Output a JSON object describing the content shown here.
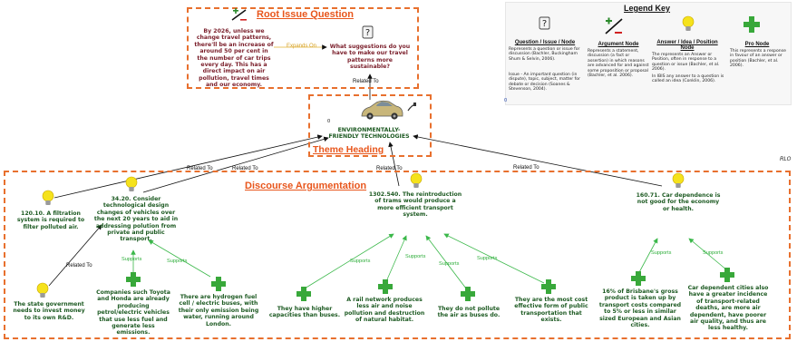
{
  "root": {
    "title": "Root Issue Question",
    "context": "By 2026, unless we change travel patterns, there'll be an increase of around 50 per cent in the number of car trips every day. This has a direct impact on air pollution, travel times and our economy.",
    "expands_label": "Expands On",
    "question": "What suggestions do you have to make our travel patterns more sustainable?"
  },
  "theme": {
    "related_label": "Related To",
    "node_label": "ENVIRONMENTALLY-FRIENDLY TECHNOLOGIES",
    "node_marker": "0",
    "heading": "Theme Heading"
  },
  "legend": {
    "title": "Legend Key",
    "question_head": "Question / Issue / Node",
    "question_desc1": "Represents a question or issue for discussion (Bachler, Buckingham Shum & Selvin, 2006).",
    "question_desc2": "Issue - An important question (in dispute), topic, subject, matter for debate or decision (Soanes & Stevenson, 2004).",
    "argument_head": "Argument Node",
    "argument_desc": "Represents a statement, discussion (a fact or assertion) in which reasons are advanced for and against some proposition or proposal (Bachler, et al. 2006).",
    "answer_head": "Answer / Idea / Position Node",
    "answer_desc1": "The represents an Answer or Position, often in response to a question or issue (Bachler, et al. 2006).",
    "answer_desc2": "In IBIS any answer to a question is called an idea (Conklin, 2006).",
    "pro_head": "Pro Node",
    "pro_desc": "This represents a response in favour of an answer or position (Bachler, et al. 2006).",
    "corner_marker": "0"
  },
  "discourse": {
    "heading": "Discourse Argumentation",
    "rlo": "RLO",
    "related_label": "Related To",
    "supports_label": "Supports",
    "idea_filter": "120.10. A filtration system is required to filter polluted air.",
    "idea_tech": "34.20. Consider technological design changes of vehicles over the next 20 years to aid in addressing polution from private and public transport.",
    "idea_trams": "1302.540. The reintroduction of trams would produce a more efficient transport system.",
    "idea_car": "160.71. Car dependence is not good for the economy or health.",
    "idea_gov": "The state government needs to invest money to its own R&D.",
    "pro_toyota": "Companies such Toyota and Honda are already producing petrol/electric vehicles that use less fuel and generate less emissions.",
    "pro_hydrogen": "There are hydrogen fuel cell / electric buses, with their only emission being water, running around London.",
    "pro_capacity": "They have higher capacities than buses.",
    "pro_rail": "A rail network produces less air and noise pollution and destruction of natural habitat.",
    "pro_pollute": "They do not pollute the air as buses do.",
    "pro_cost": "They are the most cost effective form of public transportation that exists.",
    "pro_brisbane": "16% of Brisbane's gross product is taken up by transport costs compared to 5% or less in similar sized European and Asian cities.",
    "pro_dependent": "Car dependent cities also have a greater incidence of transport-related deaths, are more air dependent, have poorer air quality, and thus are less healthy."
  },
  "colors": {
    "dashed_border": "#e8702e",
    "heading": "#e8561c",
    "root_text": "#7a1e2a",
    "node_text": "#1d5a22",
    "supports": "#2fae3b"
  }
}
